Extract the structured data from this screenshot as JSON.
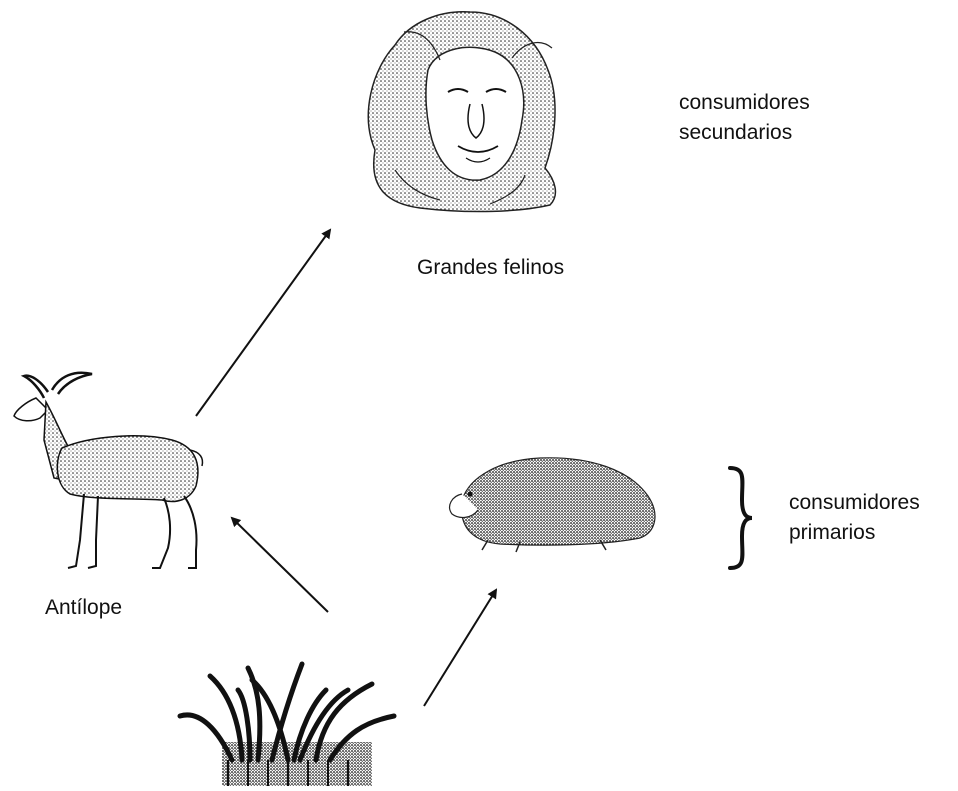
{
  "labels": {
    "big_cats": "Grandes felinos",
    "antelope": "Antílope",
    "secondary_consumers_line1": "consumidores",
    "secondary_consumers_line2": "secundarios",
    "primary_consumers_line1": "consumidores",
    "primary_consumers_line2": "primarios"
  },
  "colors": {
    "ink": "#111111",
    "background": "#ffffff"
  },
  "figures": [
    "lion-illustration",
    "antelope-illustration",
    "rodent-illustration",
    "grass-illustration"
  ]
}
